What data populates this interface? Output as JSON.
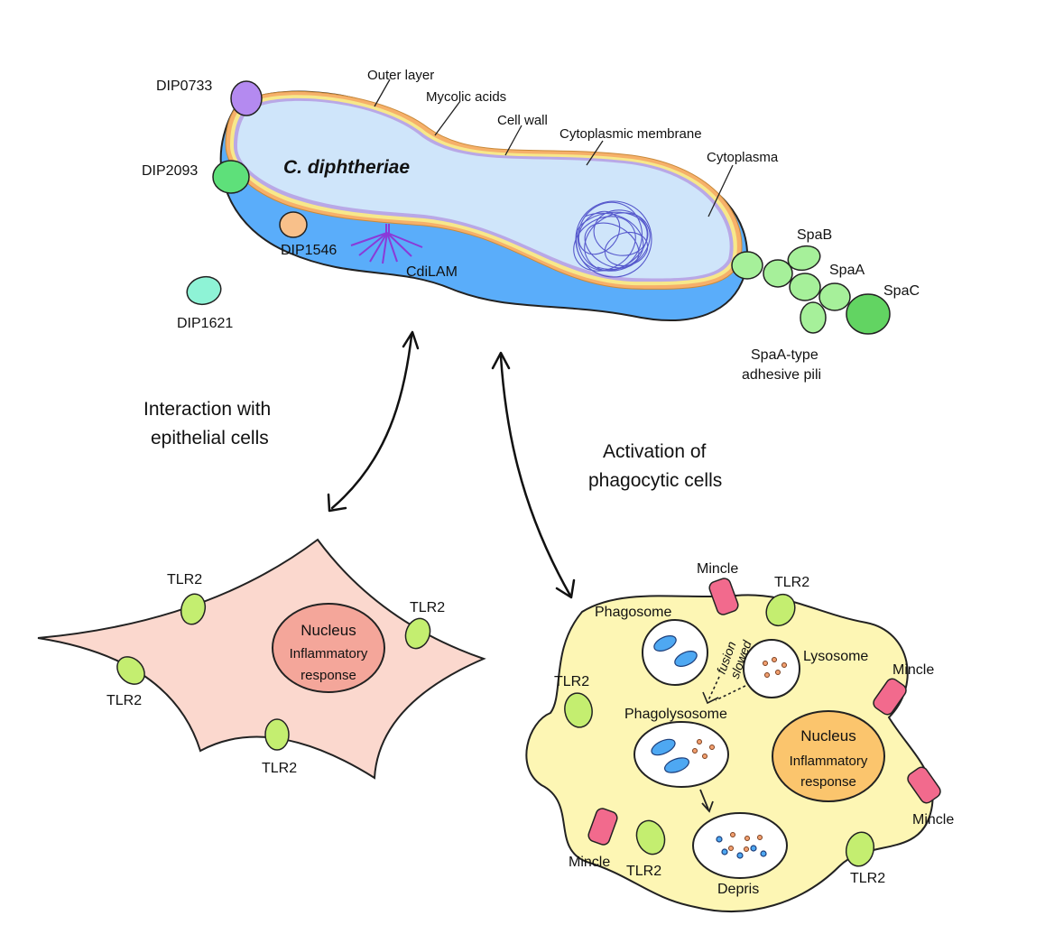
{
  "bacterium": {
    "name": "C. diphtheriae",
    "layers": {
      "outer_layer": "Outer layer",
      "mycolic_acids": "Mycolic acids",
      "cell_wall": "Cell wall",
      "cytoplasmic_membrane": "Cytoplasmic membrane",
      "cytoplasma": "Cytoplasma"
    },
    "proteins": {
      "dip0733": "DIP0733",
      "dip2093": "DIP2093",
      "dip1546": "DIP1546",
      "dip1621": "DIP1621",
      "cdilam": "CdiLAM"
    },
    "pili": {
      "spab": "SpaB",
      "spaa": "SpaA",
      "spac": "SpaC",
      "caption_line1": "SpaA-type",
      "caption_line2": "adhesive pili"
    }
  },
  "arrows": {
    "epithelial_line1": "Interaction with",
    "epithelial_line2": "epithelial cells",
    "phagocytic_line1": "Activation of",
    "phagocytic_line2": "phagocytic cells"
  },
  "epithelial_cell": {
    "nucleus_title": "Nucleus",
    "nucleus_line1": "Inflammatory",
    "nucleus_line2": "response",
    "tlr_top": "TLR2",
    "tlr_right": "TLR2",
    "tlr_left": "TLR2",
    "tlr_bottom": "TLR2"
  },
  "phagocyte": {
    "phagosome": "Phagosome",
    "lysosome": "Lysosome",
    "fusion_line1": "fusion",
    "fusion_line2": "slowed",
    "phagolysosome": "Phagolysosome",
    "depris": "Depris",
    "nucleus_title": "Nucleus",
    "nucleus_line1": "Inflammatory",
    "nucleus_line2": "response",
    "mincle_top": "Mincle",
    "mincle_right": "Mincle",
    "mincle_right_lower": "Mincle",
    "mincle_bottom": "Mincle",
    "tlr_top": "TLR2",
    "tlr_left": "TLR2",
    "tlr_bottom": "TLR2",
    "tlr_bottom_right": "TLR2"
  },
  "colors": {
    "cytoplasm": "#cfe5fa",
    "envelope": "#5aadfa",
    "nucleoid": "#4a4ac8",
    "epithelial_cell": "#fbd8ce",
    "epithelial_nucleus": "#f4a69a",
    "phagocyte": "#fdf6b4",
    "phagocyte_nucleus": "#fbc56d",
    "cdilam": "#8a3ad8"
  }
}
